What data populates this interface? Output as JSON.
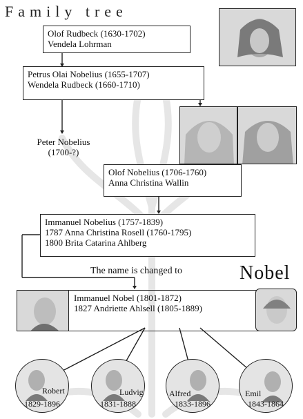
{
  "title": "Family tree",
  "gen1": {
    "line1": "Olof Rudbeck (1630-1702)",
    "line2": "Vendela Lohrman"
  },
  "gen2": {
    "line1": "Petrus Olai Nobelius (1655-1707)",
    "line2": "Wendela Rudbeck (1660-1710)"
  },
  "peter": {
    "line1": "Peter Nobelius",
    "line2": "(1700-?)"
  },
  "gen3": {
    "line1": "Olof Nobelius (1706-1760)",
    "line2": "Anna Christina Wallin"
  },
  "gen4": {
    "line1": "Immanuel Nobelius (1757-1839)",
    "line2": "1787 Anna Christina Rosell (1760-1795)",
    "line3": "1800 Brita Catarina Ahlberg"
  },
  "name_change": {
    "text": "The name is changed to",
    "new_name": "Nobel"
  },
  "gen5": {
    "line1": "Immanuel Nobel (1801-1872)",
    "line2": "1827 Andriette Ahlsell (1805-1889)"
  },
  "children": [
    {
      "name": "Robert",
      "years": "1829-1896"
    },
    {
      "name": "Ludvig",
      "years": "1831-1888"
    },
    {
      "name": "Alfred",
      "years": "1833-1896"
    },
    {
      "name": "Emil",
      "years": "1843-1864"
    }
  ],
  "colors": {
    "line": "#222222",
    "photo": "#d9d9d9",
    "watermark": "#e6e6e6"
  },
  "portraits": [
    "portrait-olof-rudbeck",
    "portrait-olof-nobelius",
    "portrait-anna-wallin",
    "portrait-immanuel-nobel",
    "portrait-andriette-ahlsell"
  ]
}
